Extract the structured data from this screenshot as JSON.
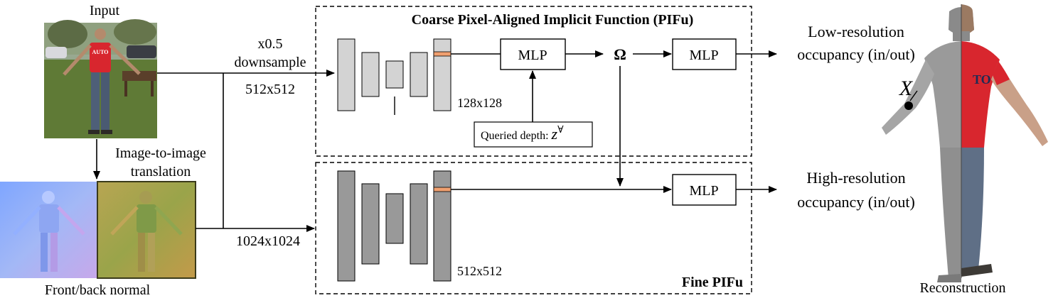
{
  "input": {
    "title": "Input"
  },
  "normals": {
    "caption": "Front/back normal"
  },
  "translation": {
    "line1": "Image-to-image",
    "line2": "translation"
  },
  "downsample": {
    "line1": "x0.5",
    "line2": "downsample",
    "size": "512x512"
  },
  "fine_input": {
    "size": "1024x1024"
  },
  "coarse": {
    "title": "Coarse Pixel-Aligned Implicit Function (PIFu)",
    "feature_size": "128x128",
    "mlp_label": "MLP",
    "depth_label": "Queried depth: ",
    "depth_symbol": "z",
    "depth_superscript": "∀",
    "omega": "Ω",
    "out_mlp_label": "MLP",
    "output_line1": "Low-resolution",
    "output_line2": "occupancy (in/out)"
  },
  "fine": {
    "title": "Fine PIFu",
    "feature_size": "512x512",
    "mlp_label": "MLP",
    "output_line1": "High-resolution",
    "output_line2": "occupancy (in/out)"
  },
  "reconstruction": {
    "caption": "Reconstruction",
    "point_label": "X",
    "shirt_text": "TO"
  },
  "photo": {
    "shirt_text": "AUTO"
  },
  "colors": {
    "coarse_block": "#d3d3d3",
    "fine_block": "#999999",
    "highlight": "#f0a070",
    "shirt": "#d8262e",
    "grass": "#5f7a36"
  }
}
